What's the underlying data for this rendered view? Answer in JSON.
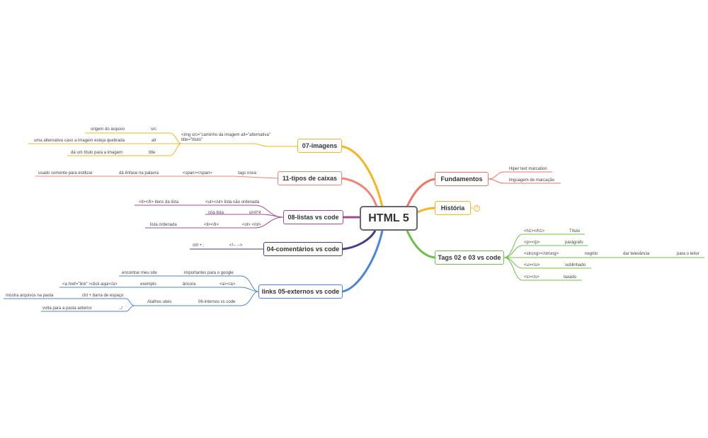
{
  "central": "HTML 5",
  "colors": {
    "central_border": "#5f6b7c",
    "imagens": "#f6b51d",
    "caixas": "#f28470",
    "listas": "#a0489a",
    "comentarios": "#4b3b8c",
    "links": "#4a86d6",
    "fundamentos": "#f27360",
    "historia": "#f6b51d",
    "tags": "#6cc04a"
  },
  "branches": {
    "imagens": {
      "title": "07-imagens",
      "code_line1": "<img src=\"caminho da imagem alt=\"alternativa\"",
      "code_line2": "title=\"título\"",
      "items": [
        {
          "attr": "src",
          "desc": "origem do arquivo"
        },
        {
          "attr": "alt",
          "desc": "uma alternativa caso a imagem esteja quebrada"
        },
        {
          "attr": "title",
          "desc": "dá um título para a imagem"
        }
      ]
    },
    "caixas": {
      "title": "11-tipos de caixas",
      "tag_nova": "tags nova",
      "span": "<span></span>",
      "enfase": "dá ênfase na palavra",
      "uso": "usado somente para estilizar"
    },
    "listas": {
      "title": "08-listas vs code",
      "ul": "<ul></ul> lista  não ordenada",
      "li": "<li></li> itens da lista",
      "atalho": "ul>li*4",
      "cria": "cria lista",
      "ol": "<ol> </ol>",
      "li2": "<li></li>",
      "ordenada": "lista ordenada"
    },
    "comentarios": {
      "title": "04-comentários vs code",
      "code": "<!-- -->",
      "atalho": "ctrl + ;"
    },
    "links": {
      "title": "links 05-externos  vs code",
      "importantes": "importantes para o google",
      "encontrar": "encontrar meu site",
      "a_tag": "<a></a>",
      "ancora": "âncora",
      "exemplo": "exemplo",
      "href": "<a href=\"link\" >click aqui</a>",
      "internos": "06-internos vs code",
      "atalhos": "Atalhos uteis",
      "ctrl_espaco": "ctrl + barra de espaço",
      "mostra": "mostra arquivos na pasta",
      "dotdot": "../",
      "volta": "volta para a pasta anterior"
    },
    "fundamentos": {
      "title": "Fundamentos",
      "items": [
        "Hiper text marcation",
        "linguagem de marcação"
      ]
    },
    "historia": {
      "title": "História",
      "marker": "?"
    },
    "tags": {
      "title": "Tags 02 e 03 vs code",
      "items": [
        {
          "tag": "<h1></h1>",
          "desc": "Título"
        },
        {
          "tag": "<p></p>",
          "desc": "parágrafo"
        },
        {
          "tag": "<strong></strong>",
          "desc": "negrito",
          "sub1": "dar televância",
          "sub2": "para o leitor"
        },
        {
          "tag": "<u></u>",
          "desc": "sublinhado"
        },
        {
          "tag": "<s></s>",
          "desc": "taxado"
        }
      ]
    }
  }
}
